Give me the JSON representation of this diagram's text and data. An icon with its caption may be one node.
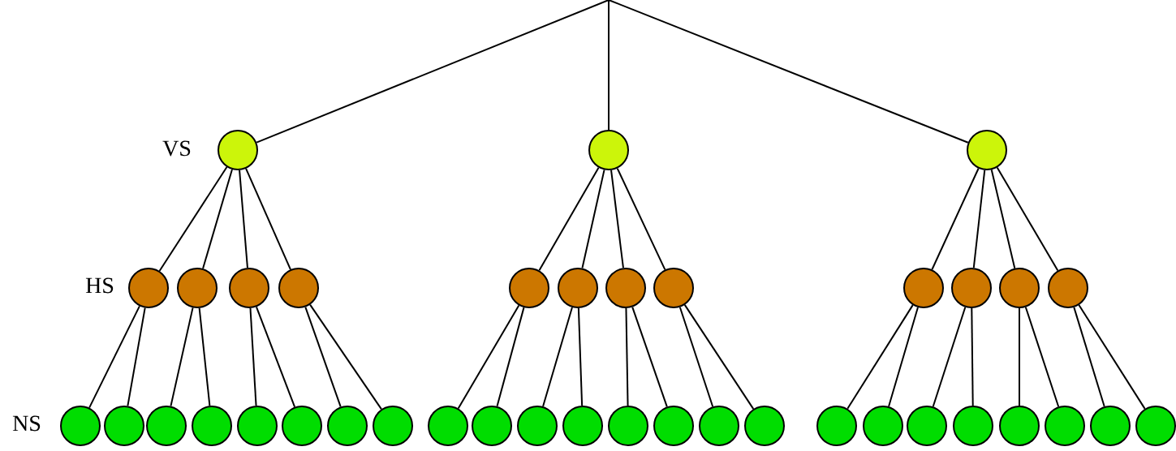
{
  "diagram": {
    "nodes": [
      {
        "text": [],
        "shape": "circle"
      },
      {
        "text": [],
        "shape": "circle"
      },
      {
        "text": [],
        "shape": "circle"
      },
      {
        "text": [],
        "shape": "circle"
      },
      {
        "text": [],
        "shape": "circle"
      },
      {
        "text": [],
        "shape": "circle"
      },
      {
        "text": [],
        "shape": "circle"
      },
      {
        "text": [],
        "shape": "circle"
      },
      {
        "text": [],
        "shape": "circle"
      },
      {
        "text": [],
        "shape": "circle"
      },
      {
        "text": [],
        "shape": "circle"
      },
      {
        "text": [],
        "shape": "circle"
      },
      {
        "text": [],
        "shape": "circle"
      },
      {
        "text": [],
        "shape": "circle"
      },
      {
        "text": [],
        "shape": "circle"
      },
      {
        "text": [],
        "shape": "circle"
      },
      {
        "text": [],
        "shape": "circle"
      },
      {
        "text": [],
        "shape": "circle"
      },
      {
        "text": [],
        "shape": "circle"
      },
      {
        "text": [],
        "shape": "circle"
      },
      {
        "text": [],
        "shape": "circle"
      },
      {
        "text": [],
        "shape": "circle"
      },
      {
        "text": [],
        "shape": "circle"
      },
      {
        "text": [],
        "shape": "circle"
      },
      {
        "text": [],
        "shape": "circle"
      },
      {
        "text": [],
        "shape": "circle"
      },
      {
        "text": [],
        "shape": "circle"
      },
      {
        "text": [],
        "shape": "circle"
      },
      {
        "text": [],
        "shape": "circle"
      },
      {
        "text": [],
        "shape": "circle"
      },
      {
        "text": [],
        "shape": "circle"
      },
      {
        "text": [],
        "shape": "circle"
      },
      {
        "text": [],
        "shape": "circle"
      },
      {
        "text": [],
        "shape": "circle"
      },
      {
        "text": [],
        "shape": "circle"
      },
      {
        "text": [],
        "shape": "circle"
      },
      {
        "text": [],
        "shape": "circle"
      },
      {
        "text": [],
        "shape": "circle"
      },
      {
        "text": [],
        "shape": "circle"
      }
    ],
    "edges": [
      {
        "from": null,
        "to": 0,
        "arrow": "none"
      },
      {
        "from": null,
        "to": 1,
        "arrow": "none"
      },
      {
        "from": null,
        "to": 2,
        "arrow": "none"
      },
      {
        "from": 0,
        "to": 3,
        "arrow": "none"
      },
      {
        "from": 0,
        "to": 4,
        "arrow": "none"
      },
      {
        "from": 0,
        "to": 5,
        "arrow": "none"
      },
      {
        "from": 0,
        "to": 6,
        "arrow": "none"
      },
      {
        "from": 1,
        "to": 7,
        "arrow": "none"
      },
      {
        "from": 1,
        "to": 8,
        "arrow": "none"
      },
      {
        "from": 1,
        "to": 9,
        "arrow": "none"
      },
      {
        "from": 1,
        "to": 10,
        "arrow": "none"
      },
      {
        "from": 2,
        "to": 11,
        "arrow": "none"
      },
      {
        "from": 2,
        "to": 12,
        "arrow": "none"
      },
      {
        "from": 2,
        "to": 13,
        "arrow": "none"
      },
      {
        "from": 2,
        "to": 14,
        "arrow": "none"
      },
      {
        "from": 3,
        "to": 15,
        "arrow": "none"
      },
      {
        "from": 3,
        "to": 16,
        "arrow": "none"
      },
      {
        "from": 4,
        "to": 17,
        "arrow": "none"
      },
      {
        "from": 4,
        "to": 18,
        "arrow": "none"
      },
      {
        "from": 5,
        "to": 19,
        "arrow": "none"
      },
      {
        "from": 5,
        "to": 20,
        "arrow": "none"
      },
      {
        "from": 6,
        "to": 21,
        "arrow": "none"
      },
      {
        "from": 6,
        "to": 22,
        "arrow": "none"
      },
      {
        "from": 7,
        "to": 23,
        "arrow": "none"
      },
      {
        "from": 7,
        "to": 24,
        "arrow": "none"
      },
      {
        "from": 8,
        "to": 25,
        "arrow": "none"
      },
      {
        "from": 8,
        "to": 26,
        "arrow": "none"
      },
      {
        "from": 9,
        "to": 27,
        "arrow": "none"
      },
      {
        "from": 9,
        "to": 28,
        "arrow": "none"
      },
      {
        "from": 10,
        "to": 29,
        "arrow": "none"
      },
      {
        "from": 10,
        "to": 30,
        "arrow": "none"
      },
      {
        "from": 11,
        "to": 31,
        "arrow": "none"
      },
      {
        "from": 11,
        "to": 32,
        "arrow": "none"
      },
      {
        "from": 12,
        "to": 33,
        "arrow": "none"
      },
      {
        "from": 12,
        "to": 34,
        "arrow": "none"
      },
      {
        "from": 13,
        "to": 35,
        "arrow": "none"
      },
      {
        "from": 13,
        "to": 36,
        "arrow": "none"
      },
      {
        "from": 14,
        "to": 37,
        "arrow": "none"
      },
      {
        "from": 14,
        "to": 38,
        "arrow": "none"
      }
    ],
    "labels": [
      "VS",
      "HS",
      "NS"
    ]
  }
}
